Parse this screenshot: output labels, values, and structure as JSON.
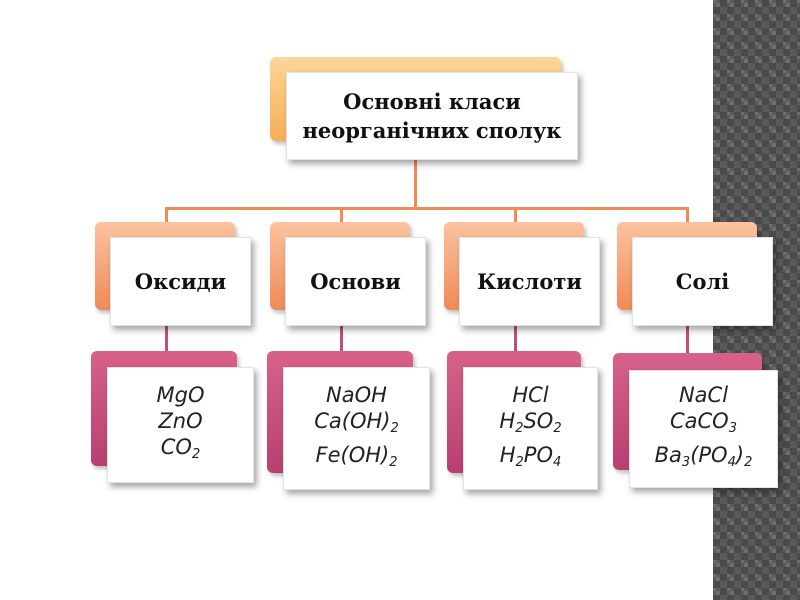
{
  "root": {
    "lines": [
      "Основні класи",
      "неорганічних сполук"
    ]
  },
  "categories": [
    {
      "label": "Оксиди",
      "examples": [
        [
          {
            "t": "MgO"
          }
        ],
        [
          {
            "t": "ZnO"
          }
        ],
        [
          {
            "t": "CO"
          },
          {
            "sub": "2"
          }
        ]
      ]
    },
    {
      "label": "Основи",
      "examples": [
        [
          {
            "t": "NaOH"
          }
        ],
        [
          {
            "t": "Ca(OH)"
          },
          {
            "sub": "2"
          }
        ],
        [
          {
            "t": "Fe(OH)"
          },
          {
            "sub": "2"
          }
        ]
      ]
    },
    {
      "label": "Кислоти",
      "examples": [
        [
          {
            "t": "HCl"
          }
        ],
        [
          {
            "t": "H"
          },
          {
            "sub": "2"
          },
          {
            "t": "SO"
          },
          {
            "sub": "2"
          }
        ],
        [
          {
            "t": "H"
          },
          {
            "sub": "2"
          },
          {
            "t": "PO"
          },
          {
            "sub": "4"
          }
        ]
      ]
    },
    {
      "label": "Солі",
      "examples": [
        [
          {
            "t": "NaCl"
          }
        ],
        [
          {
            "t": "CaCO"
          },
          {
            "sub": "3"
          }
        ],
        [
          {
            "t": "Ba"
          },
          {
            "sub": "3"
          },
          {
            "t": "(PO"
          },
          {
            "sub": "4"
          },
          {
            "t": ")"
          },
          {
            "sub": "2"
          }
        ]
      ]
    }
  ],
  "colors": {
    "root_back": "#f6ae55",
    "category_back": "#f08a57",
    "example_back": "#b84071",
    "connector": "#f08a57"
  }
}
